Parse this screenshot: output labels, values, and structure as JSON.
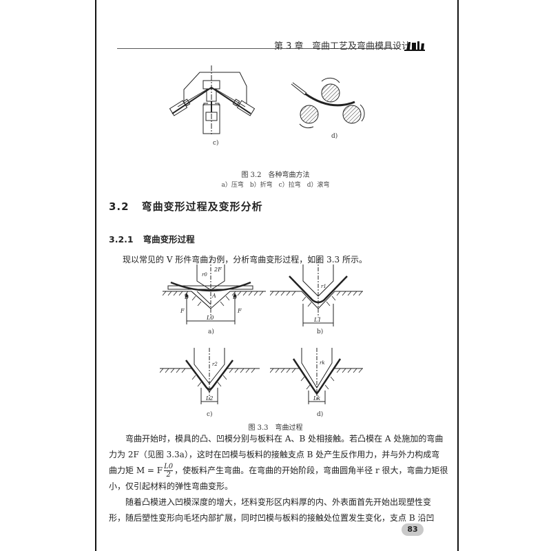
{
  "header": {
    "chapter": "第 3 章",
    "title": "弯曲工艺及弯曲模具设计"
  },
  "figure_3_2": {
    "panel_labels": [
      "c)",
      "d)"
    ],
    "caption": "图 3.2　各种弯曲方法",
    "subcaption": "a）压弯　b）折弯　c）拉弯　d）滚弯"
  },
  "section": {
    "number": "3.2",
    "title": "弯曲变形过程及变形分析"
  },
  "subsection": {
    "number": "3.2.1",
    "title": "弯曲变形过程"
  },
  "intro": "现以常见的 V 形件弯曲为例，分析弯曲变形过程，如图 3.3 所示。",
  "figure_3_3": {
    "panel_labels": [
      "a)",
      "b)",
      "c)",
      "d)"
    ],
    "symbols": {
      "force_top": "2F",
      "force": "F",
      "point_a": "A",
      "point_b": "B",
      "r0": "r0",
      "r1": "r1",
      "r2": "r2",
      "rk": "rk",
      "l0": "L0",
      "l1": "L1",
      "l2": "L2",
      "lk": "Lk"
    },
    "caption": "图 3.3　弯曲过程"
  },
  "body": {
    "p1_line1": "弯曲开始时，模具的凸、凹模分别与板料在 A、B 处相接触。若凸模在 A 处施加的弯曲",
    "p1_line2": "力为 2F（见图 3.3a），这时在凹模与板料的接触支点 B 处产生反作用力，并与外力构成弯",
    "p1_line3_pre": "曲力矩 M = F",
    "p1_line3_frac_num": "L0",
    "p1_line3_frac_den": "2",
    "p1_line3_post": "，使板料产生弯曲。在弯曲的开始阶段，弯曲圆角半径 r 很大，弯曲力矩很",
    "p1_line4": "小，仅引起材料的弹性弯曲变形。",
    "p2_line1": "随着凸模进入凹模深度的增大，坯料变形区内料厚的内、外表面首先开始出现塑性变",
    "p2_line2": "形，随后塑性变形向毛坯内部扩展，同时凹模与板料的接触处位置发生变化，支点 B 沿凹"
  },
  "page_number": "83"
}
